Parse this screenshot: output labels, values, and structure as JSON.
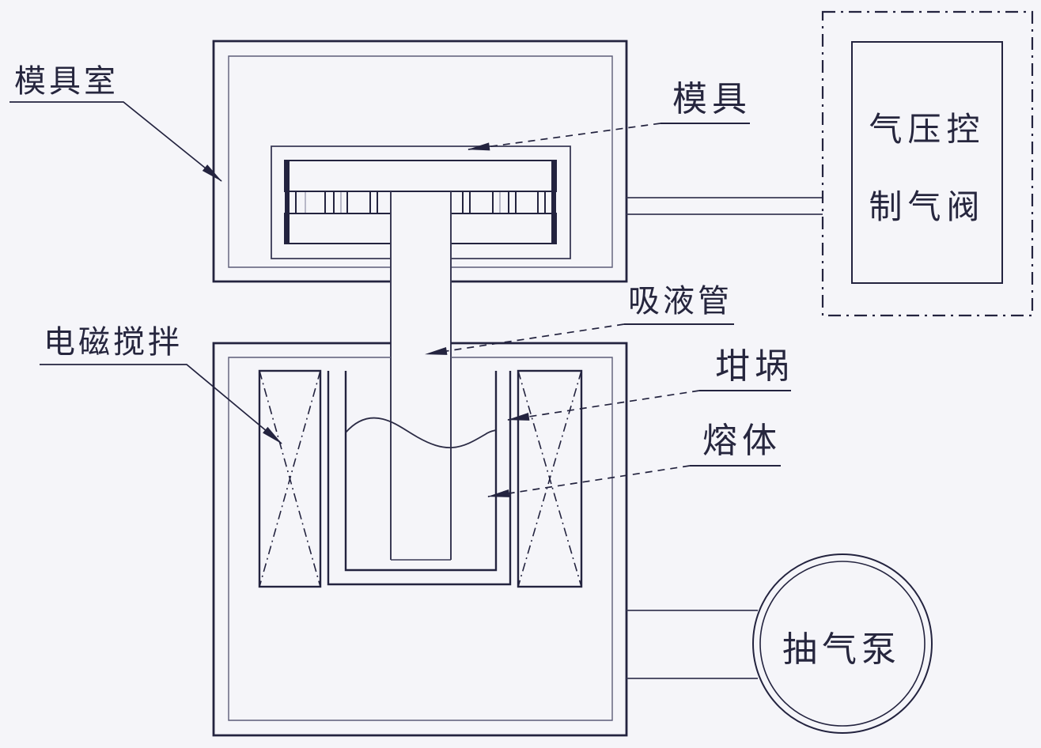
{
  "diagram": {
    "type": "engineering-schematic",
    "description": "Vacuum suction casting apparatus schematic (hand-drawn CAD style)",
    "colors": {
      "background": "#f5f5f9",
      "main_line": "#23233f",
      "thin_line": "#5d5d78",
      "text": "#26263e"
    },
    "labels": {
      "mold_chamber": "模具室",
      "mold": "模具",
      "pressure_valve_lines": [
        "气压控",
        "制气阀"
      ],
      "suction_tube": "吸液管",
      "crucible": "坩埚",
      "melt": "熔体",
      "electromagnetic_stirring": "电磁搅拌",
      "vacuum_pump": "抽气泵"
    }
  }
}
